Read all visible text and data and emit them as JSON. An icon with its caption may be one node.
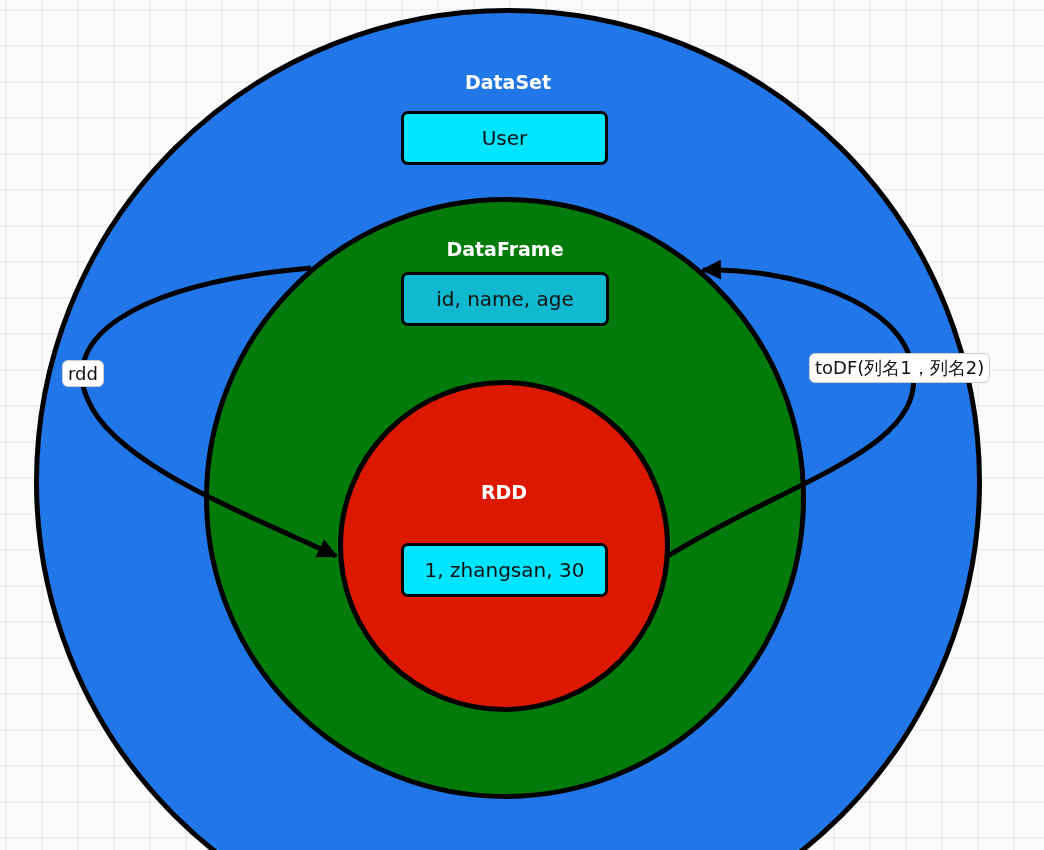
{
  "diagram": {
    "nodes": [
      {
        "text": [
          "DataSet"
        ]
      },
      {
        "text": [
          "User"
        ],
        "in": 0
      },
      {
        "text": [
          "DataFrame"
        ],
        "in": 0
      },
      {
        "text": [
          "id, name, age"
        ],
        "in": 2
      },
      {
        "text": [
          "RDD"
        ],
        "in": 2
      },
      {
        "text": [
          "1, zhangsan, 30"
        ],
        "in": 4
      }
    ],
    "edges": [
      {
        "from": 2,
        "to": 4,
        "arrow": "to",
        "label": "rdd"
      },
      {
        "from": 4,
        "to": 2,
        "arrow": "to",
        "label": "toDF(列名1，列名2)"
      }
    ]
  }
}
